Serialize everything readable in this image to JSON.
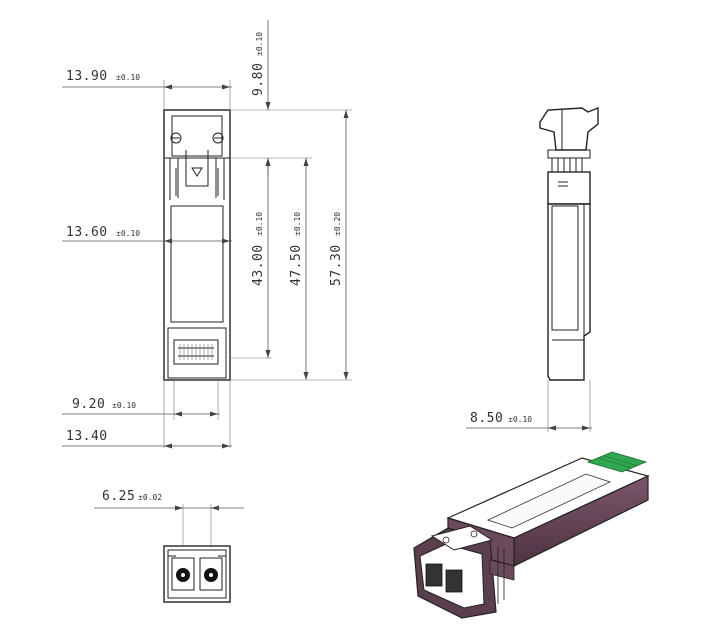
{
  "colors": {
    "line": "#555555",
    "outline": "#222222",
    "module_body": "#6b4a5c",
    "module_top": "#ffffff",
    "label_green": "#2fa84f"
  },
  "dimensions": {
    "width_top": {
      "value": "13.90",
      "tol": "±0.10"
    },
    "height_top": {
      "value": "9.80",
      "tol": "±0.10"
    },
    "width_mid": {
      "value": "13.60",
      "tol": "±0.10"
    },
    "len_43": {
      "value": "43.00",
      "tol": "±0.10"
    },
    "len_47": {
      "value": "47.50",
      "tol": "±0.10"
    },
    "len_57": {
      "value": "57.30",
      "tol": "±0.20"
    },
    "width_920": {
      "value": "9.20",
      "tol": "±0.10"
    },
    "width_1340": {
      "value": "13.40",
      "tol": ""
    },
    "side_850": {
      "value": "8.50",
      "tol": "±0.10"
    },
    "pitch_625": {
      "value": "6.25",
      "tol": "±0.02"
    }
  }
}
